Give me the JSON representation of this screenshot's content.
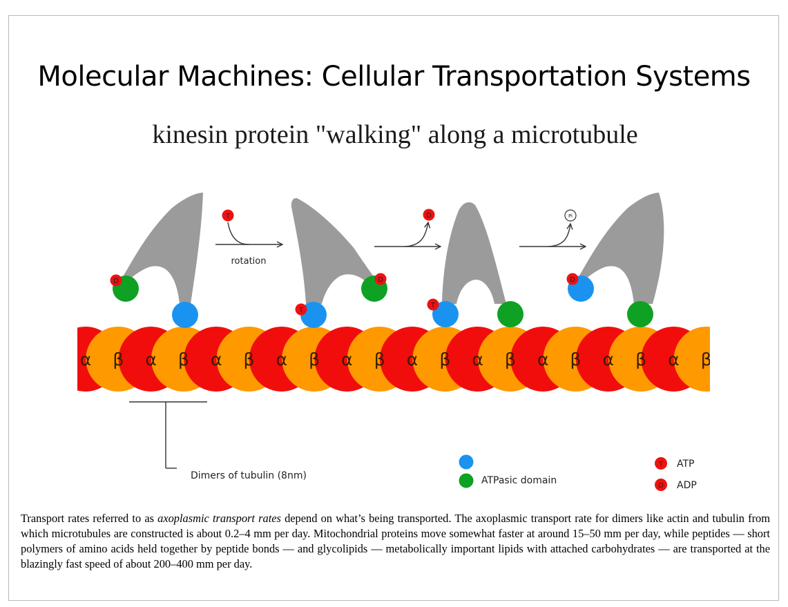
{
  "slide": {
    "title": "Molecular Machines: Cellular Transportation Systems"
  },
  "diagram": {
    "heading": "kinesin protein \"walking\" along a microtubule",
    "step_label": "rotation",
    "atp_symbol": "T",
    "adp_symbol": "D",
    "pi_symbol": "Pi",
    "tubulin_subunits": [
      "α",
      "β",
      "α",
      "β",
      "α",
      "β",
      "α",
      "β",
      "α",
      "β",
      "α",
      "β",
      "α",
      "β",
      "α",
      "β",
      "α",
      "β",
      "α",
      "β"
    ],
    "dimer_label": "Dimers of tubulin (8nm)",
    "legend": {
      "atpase_label": "ATPasic domain",
      "atp_label": "ATP",
      "adp_label": "ADP"
    },
    "colors": {
      "alpha": "#f20d0d",
      "beta": "#ff9900",
      "kinesin_body": "#9b9b9b",
      "head_blue": "#1a93f0",
      "head_green": "#0ea124",
      "nucleotide_red": "#ee1111"
    }
  },
  "caption": {
    "part1": "Transport rates referred to as ",
    "emphasis": "axoplasmic transport rates",
    "part2": " depend on what’s being transported. The axoplasmic transport rate for dimers like actin and tubulin from which microtubules are constructed is about 0.2–4 mm per day. Mitochondrial proteins move somewhat faster at around 15–50 mm per day, while peptides — short polymers of amino acids held together by peptide bonds — and glycolipids — metabolically important lipids with attached carbohydrates — are transported at the blazingly fast speed of about 200–400 mm per day."
  }
}
